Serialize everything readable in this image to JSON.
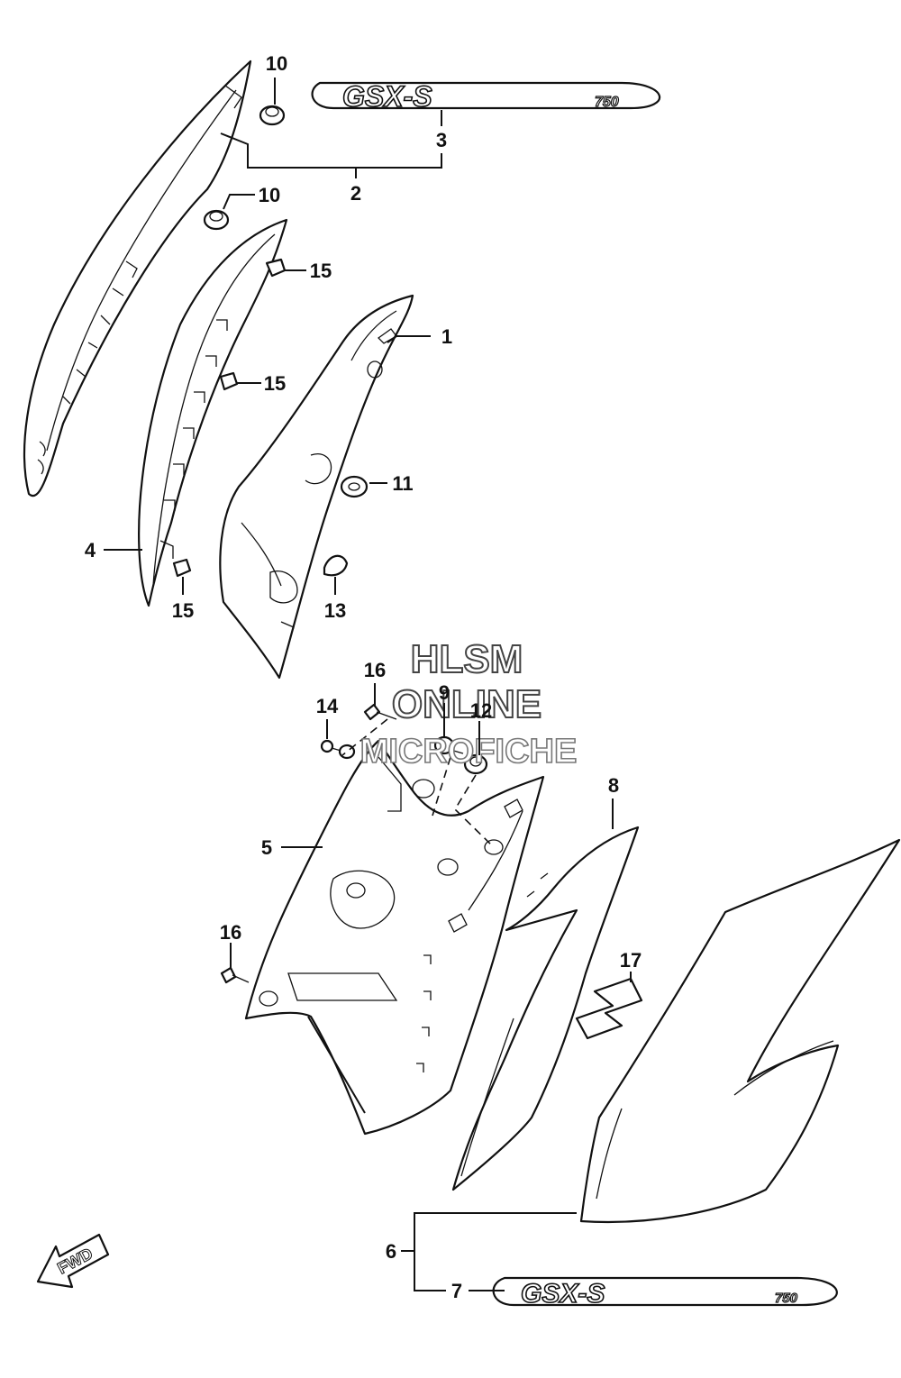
{
  "callouts": {
    "c1": "1",
    "c2": "2",
    "c3": "3",
    "c4": "4",
    "c5": "5",
    "c6": "6",
    "c7": "7",
    "c8": "8",
    "c9": "9",
    "c10a": "10",
    "c10b": "10",
    "c11": "11",
    "c12": "12",
    "c13": "13",
    "c14": "14",
    "c15a": "15",
    "c15b": "15",
    "c15c": "15",
    "c16a": "16",
    "c16b": "16",
    "c17": "17"
  },
  "emblem": {
    "model": "GSX-S",
    "displacement": "750"
  },
  "watermark": {
    "line1": "HLSM",
    "line2": "ONLINE",
    "line3": "MICROFICHE"
  },
  "fwd_label": "FWD"
}
